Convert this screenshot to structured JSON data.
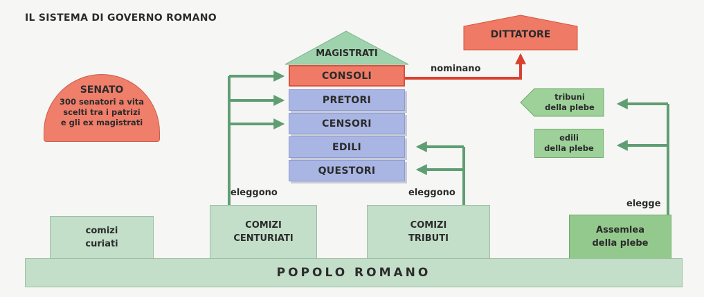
{
  "title": "IL SISTEMA DI GOVERNO ROMANO",
  "senate": {
    "title": "SENATO",
    "desc_line1": "300 senatori a vita",
    "desc_line2": "scelti tra i patrizi",
    "desc_line3": "e gli ex magistrati"
  },
  "magistrati": {
    "header": "MAGISTRATI",
    "consoli": "CONSOLI",
    "pretori": "PRETORI",
    "censori": "CENSORI",
    "edili": "EDILI",
    "questori": "QUESTORI"
  },
  "dittatore": "DITTATORE",
  "relations": {
    "nominano": "nominano",
    "eleggono_centuriati": "eleggono",
    "eleggono_tributi": "eleggono",
    "elegge_plebe": "elegge"
  },
  "plebe_officials": {
    "tribuni_line1": "tribuni",
    "tribuni_line2": "della plebe",
    "edili_line1": "edili",
    "edili_line2": "della plebe"
  },
  "assemblies": {
    "curiati_line1": "comizi",
    "curiati_line2": "curiati",
    "centuriati_line1": "COMIZI",
    "centuriati_line2": "CENTURIATI",
    "tributi_line1": "COMIZI",
    "tributi_line2": "TRIBUTI",
    "plebe_line1": "Assemlea",
    "plebe_line2": "della plebe"
  },
  "popolo": "POPOLO ROMANO",
  "colors": {
    "senate": "#ef7e6a",
    "consoli": "#ef7b66",
    "magistrati_blue": "#a9b6e4",
    "roof_green": "#9fd3ad",
    "assembly_green": "#c3dec9",
    "plebe_green": "#94c98d",
    "arrow_green": "#5f9e72",
    "arrow_red": "#d94030"
  }
}
